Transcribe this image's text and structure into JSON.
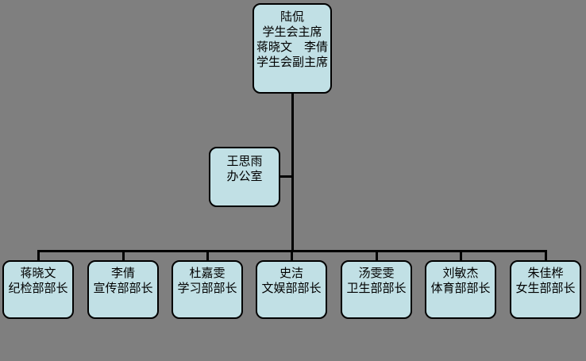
{
  "colors": {
    "background": "#7f7f7f",
    "box_fill": "#c1e0e5",
    "box_border": "#000000",
    "connector": "#000000",
    "text": "#000000"
  },
  "org_chart": {
    "root": {
      "lines": [
        "陆侃",
        "学生会主席",
        "蒋晓文　李倩",
        "学生会副主席"
      ]
    },
    "office": {
      "name": "王思雨",
      "title": "办公室"
    },
    "departments": [
      {
        "name": "蒋晓文",
        "title": "纪检部部长"
      },
      {
        "name": "李倩",
        "title": "宣传部部长"
      },
      {
        "name": "杜嘉雯",
        "title": "学习部部长"
      },
      {
        "name": "史洁",
        "title": "文娱部部长"
      },
      {
        "name": "汤雯雯",
        "title": "卫生部部长"
      },
      {
        "name": "刘敏杰",
        "title": "体育部部长"
      },
      {
        "name": "朱佳桦",
        "title": "女生部部长"
      }
    ]
  }
}
